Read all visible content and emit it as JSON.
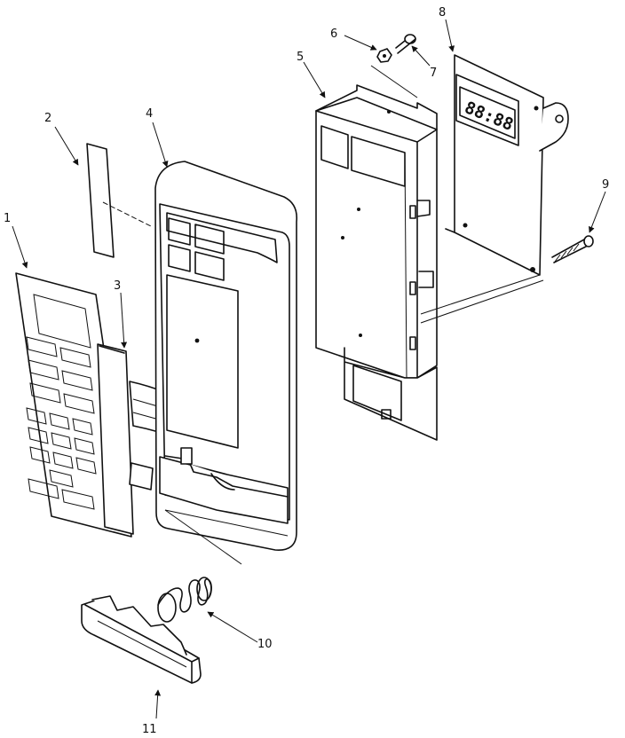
{
  "callouts": [
    {
      "id": "1",
      "label": "1"
    },
    {
      "id": "2",
      "label": "2"
    },
    {
      "id": "3",
      "label": "3"
    },
    {
      "id": "4",
      "label": "4"
    },
    {
      "id": "5",
      "label": "5"
    },
    {
      "id": "6",
      "label": "6"
    },
    {
      "id": "7",
      "label": "7"
    },
    {
      "id": "8",
      "label": "8"
    },
    {
      "id": "9",
      "label": "9"
    },
    {
      "id": "10",
      "label": "10"
    },
    {
      "id": "11",
      "label": "11"
    }
  ],
  "display_readout": "88:88"
}
